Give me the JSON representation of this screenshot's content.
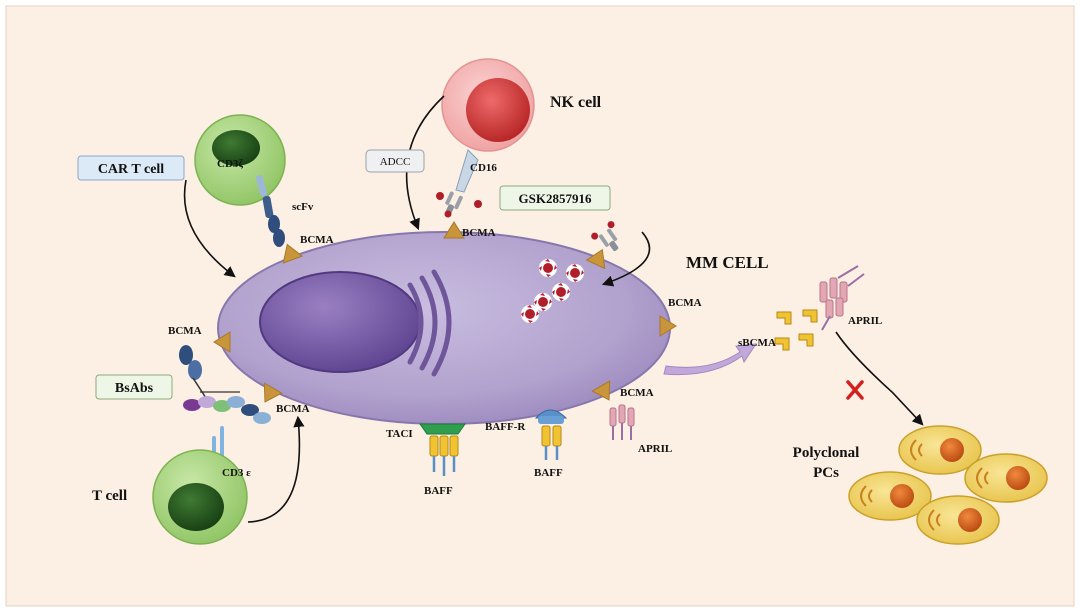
{
  "labels": {
    "nk_cell": "NK cell",
    "car_t_cell": "CAR T cell",
    "adcc": "ADCC",
    "cd16": "CD16",
    "cd3z": "CD3ζ",
    "scfv": "scFv",
    "gsk": "GSK2857916",
    "mm_cell": "MM CELL",
    "bcma_top_left": "BCMA",
    "bcma_top_mid": "BCMA",
    "bcma_right": "BCMA",
    "bcma_left": "BCMA",
    "bcma_bottom_left": "BCMA",
    "bcma_bottom_right": "BCMA",
    "bsabs": "BsAbs",
    "cd3e": "CD3 ε",
    "t_cell": "T cell",
    "taci": "TACI",
    "baff_r": "BAFF-R",
    "baff_left": "BAFF",
    "baff_right": "BAFF",
    "april_bottom": "APRIL",
    "sbcma": "sBCMA",
    "april_right": "APRIL",
    "polyclonal": "Polyclonal",
    "pcs": "PCs"
  },
  "colors": {
    "background": "#fcefe3",
    "mm_cell": "#b4a4cf",
    "nucleus": "#7c60a6",
    "cell_green": "#a8d57e",
    "nucleus_dark": "#2c5b24",
    "nk_outer": "#f4b6b6",
    "nk_inner": "#d93b3b",
    "bcma_triangle": "#c8953a",
    "pc_cell": "#f2d36a",
    "pc_nucleus": "#d8621e",
    "inhibit_x": "#d22020",
    "label_box_blue": "#dce9f7",
    "label_box_green": "#eef6e8"
  }
}
